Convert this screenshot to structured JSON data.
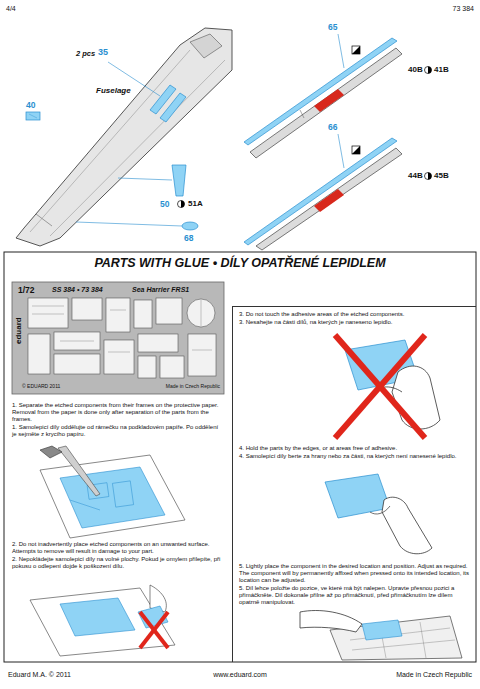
{
  "diagram": {
    "title": "PARTS WITH GLUE • DÍLY OPATŘENÉ LEPIDLEM",
    "nodes": [
      {
        "text": [
          "1/72",
          "SS 384 • 73 384",
          "Sea Harrier FRS1",
          "eduard",
          "© EDUARD 2011",
          "Made in Czech Republic"
        ]
      },
      {
        "text": [
          "3. Do not touch the adhesive areas of the etched components.",
          "3. Nesahejte na části dílů, na kterých je naneseno lepidlo.",
          "4. Hold the parts by the edges, or at areas free of adhesive.",
          "4. Samolepicí díly berte za hrany nebo za části, na kterých není nanesené lepidlo.",
          "5. Lightly place the component in the desired location and position. Adjust as required. The component will by permanently affixed when pressed onto its intended location, its location can be adjusted.",
          "5. Díl lehce položte do pozice, ve které má být nalepen. Upravte přesnou pozici a přimáčkněte. Díl dokonale přilne až po přimáčknutí, před přimáčknutím lze dílem opatrně manipulovat."
        ]
      }
    ],
    "labels": [
      "4/4",
      "73 384",
      "2 pcs",
      "35",
      "Fuselage",
      "40",
      "50",
      "51A",
      "68",
      "65",
      "40B",
      "41B",
      "66",
      "44B",
      "45B",
      "1. Separate the etched components from their frames on the protective paper. Removal from the paper is done only after separation of the parts from the frames.",
      "1. Samolepicí díly oddělujte od rámečku na podkladovém papíře. Po oddělení je sejměte z krycího papíru.",
      "2. Do not inadvertently place etched components on an unwanted surface. Attempts to remove will result in damage to your part.",
      "2. Nepokládejte samolepicí díly na volné plochy. Pokud je omylem přilepíte, při pokusu o odlepení dojde k poškození dílu.",
      "Eduard M.A. © 2011",
      "www.eduard.com",
      "Made in Czech Republic"
    ]
  }
}
